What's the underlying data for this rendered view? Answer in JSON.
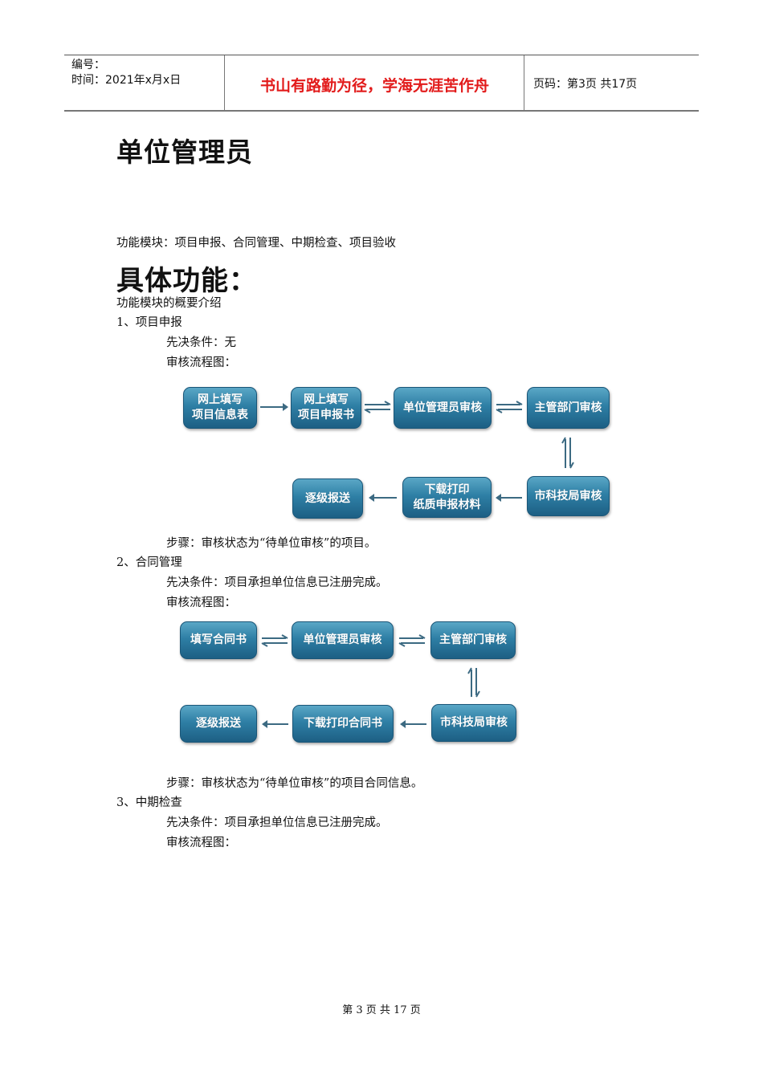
{
  "header": {
    "number_label": "编号：",
    "time_label": "时间：2021年x月x日",
    "motto": "书山有路勤为径，学海无涯苦作舟",
    "page_info": "页码：第3页 共17页"
  },
  "title": "单位管理员",
  "modules_line": "功能模块：项目申报、合同管理、中期检查、项目验收",
  "section_heading": "具体功能：",
  "intro": "功能模块的概要介绍",
  "sections": [
    {
      "heading": "1、项目申报",
      "precondition": "先决条件：无",
      "flow_label": "审核流程图：",
      "flow": {
        "boxes": [
          "网上填写\n项目信息表",
          "网上填写\n项目申报书",
          "单位管理员审核",
          "主管部门审核",
          "市科技局审核",
          "下载打印\n纸质申报材料",
          "逐级报送"
        ],
        "box1_line1": "网上填写",
        "box1_line2": "项目信息表",
        "box2_line1": "网上填写",
        "box2_line2": "项目申报书",
        "box3": "单位管理员审核",
        "box4": "主管部门审核",
        "box5": "市科技局审核",
        "box6_line1": "下载打印",
        "box6_line2": "纸质申报材料",
        "box7": "逐级报送"
      },
      "steps": "步骤：审核状态为“待单位审核”的项目。"
    },
    {
      "heading": "2、合同管理",
      "precondition": "先决条件：项目承担单位信息已注册完成。",
      "flow_label": "审核流程图：",
      "flow": {
        "box1": "填写合同书",
        "box2": "单位管理员审核",
        "box3": "主管部门审核",
        "box4": "市科技局审核",
        "box5": "下载打印合同书",
        "box6": "逐级报送"
      },
      "steps": "步骤：审核状态为“待单位审核”的项目合同信息。"
    },
    {
      "heading": "3、中期检查",
      "precondition": "先决条件：项目承担单位信息已注册完成。",
      "flow_label": "审核流程图："
    }
  ],
  "footer": "第 3 页 共 17 页",
  "colors": {
    "motto_red": "#e21b1b",
    "box_blue": "#2e7fa5"
  }
}
